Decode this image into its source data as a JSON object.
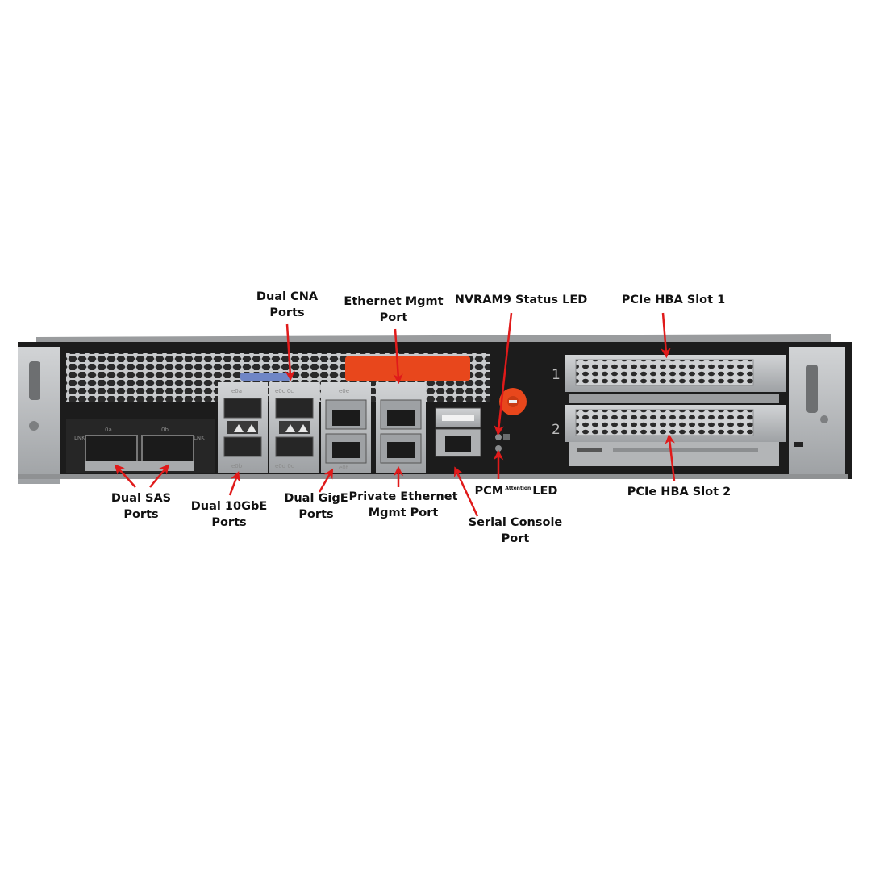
{
  "colors": {
    "arrow": "#e01a1a",
    "chassis": "#1c1c1c",
    "metal": "#b9bcbf",
    "orange_panel": "#e8471c"
  },
  "labels": {
    "dual_cna": [
      "Dual CNA",
      "Ports"
    ],
    "ethernet_mgmt": [
      "Ethernet Mgmt",
      "Port"
    ],
    "nvram9": [
      "NVRAM9 Status LED"
    ],
    "pcie_slot1": [
      "PCIe HBA Slot 1"
    ],
    "dual_sas": [
      "Dual SAS",
      "Ports"
    ],
    "dual_10gbe": [
      "Dual 10GbE",
      "Ports"
    ],
    "dual_gige": [
      "Dual GigE",
      "Ports"
    ],
    "private_eth": [
      "Private Ethernet",
      "Mgmt Port"
    ],
    "pcm_led": {
      "pre": "PCM",
      "sup": "Attention",
      "post": "LED"
    },
    "serial_console": [
      "Serial Console",
      "Port"
    ],
    "pcie_slot2": [
      "PCIe HBA Slot 2"
    ]
  },
  "port_markings": {
    "sas_left": "0a",
    "sas_right": "0b",
    "lnk_left": "LNK",
    "lnk_right": "LNK",
    "tengbe_top": "e0a",
    "tengbe_bottom": "e0b",
    "cna_top": "e0c 0c",
    "cna_bottom": "e0d 0d",
    "gige_top": "e0e",
    "gige_bottom": "e0f",
    "slot_1": "1",
    "slot_2": "2"
  }
}
